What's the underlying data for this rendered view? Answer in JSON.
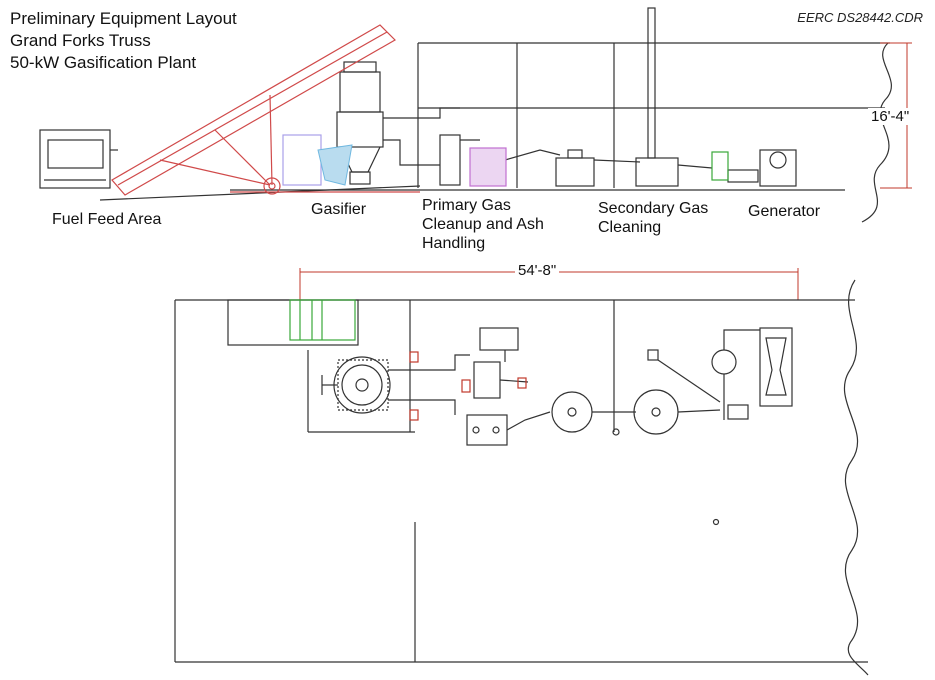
{
  "title_lines": [
    "Preliminary Equipment Layout",
    "Grand Forks Truss",
    "50-kW Gasification Plant"
  ],
  "drawing_ref": "EERC DS28442.CDR",
  "labels": {
    "fuel_feed": "Fuel Feed Area",
    "gasifier": "Gasifier",
    "primary_line1": "Primary Gas",
    "primary_line2": "Cleanup and Ash",
    "primary_line3": "Handling",
    "secondary_line1": "Secondary Gas",
    "secondary_line2": "Cleaning",
    "generator": "Generator"
  },
  "dimensions": {
    "height": "16'-4\"",
    "length": "54'-8\""
  },
  "colors": {
    "line": "#333333",
    "conveyor": "#d04a4a",
    "dimension": "#c0392b",
    "purple": "#c070d0",
    "cyan": "#70b8e0",
    "green": "#3aa83a",
    "lavender": "#a9a0e8"
  }
}
